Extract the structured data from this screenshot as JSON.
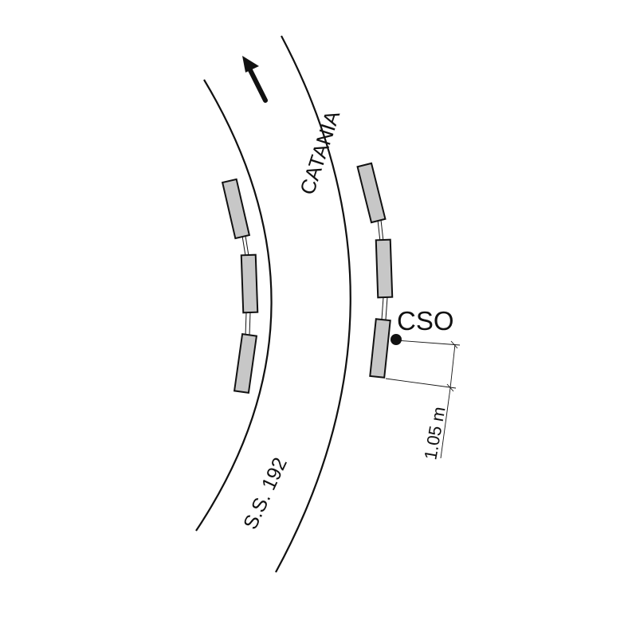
{
  "labels": {
    "direction": "CATANIA",
    "sensor": "CSO",
    "road": "S.S. 192",
    "offset": "1.05 m"
  },
  "colors": {
    "line": "#111111",
    "vehicle_fill": "#c7c7c7",
    "background": "#ffffff"
  },
  "icons": {
    "direction_arrow": "arrow-up-left-icon",
    "sensor_marker": "filled-circle"
  }
}
